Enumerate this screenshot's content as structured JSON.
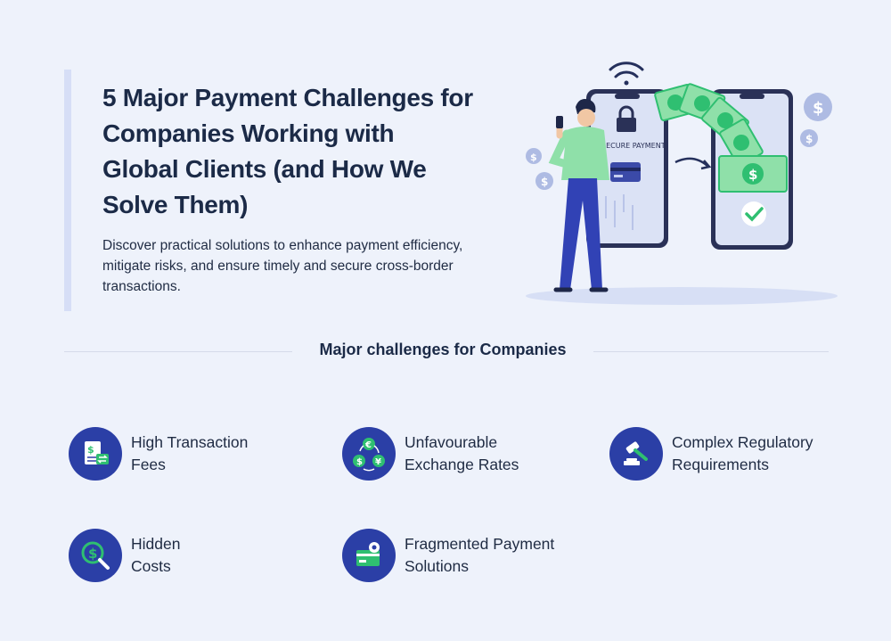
{
  "hero": {
    "title": "5 Major Payment Challenges for Companies Working with Global Clients (and How We Solve Them)",
    "subtitle": "Discover practical solutions to enhance payment efficiency, mitigate risks, and ensure timely and secure cross-border transactions."
  },
  "illustration": {
    "phone_label": "SECURE PAYMENT",
    "icons": [
      "wifi-icon",
      "lock-icon",
      "credit-card-icon",
      "dollar-bill-icon",
      "checkmark-icon",
      "dollar-coin-icon"
    ]
  },
  "section": {
    "title": "Major challenges for Companies"
  },
  "challenges": [
    {
      "line1": "High Transaction",
      "line2": "Fees",
      "icon": "invoice-transfer-icon"
    },
    {
      "line1": "Unfavourable",
      "line2": "Exchange Rates",
      "icon": "currency-exchange-icon"
    },
    {
      "line1": "Complex Regulatory",
      "line2": "Requirements",
      "icon": "gavel-icon"
    },
    {
      "line1": "Hidden",
      "line2": "Costs",
      "icon": "magnifier-dollar-icon"
    },
    {
      "line1": "Fragmented Payment",
      "line2": "Solutions",
      "icon": "card-gear-icon"
    }
  ],
  "colors": {
    "background": "#eef2fb",
    "text": "#1b2a47",
    "icon_circle": "#2b3fa6",
    "icon_accent": "#2fbf71",
    "money_green": "#8fe0a9"
  }
}
